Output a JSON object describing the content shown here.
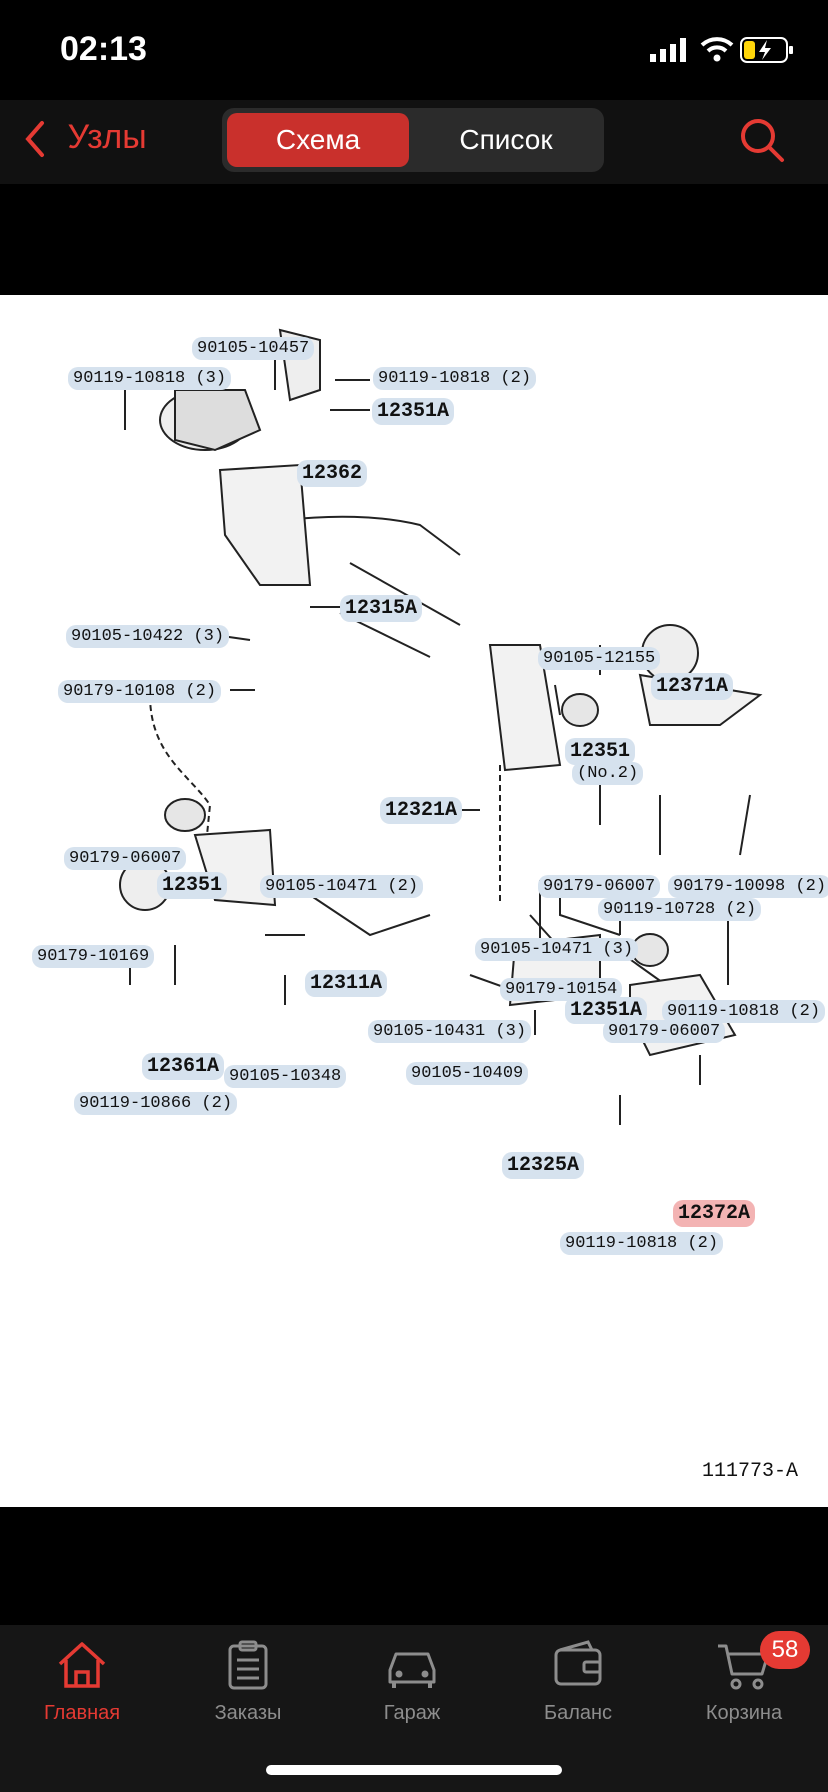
{
  "status_bar": {
    "time": "02:13"
  },
  "nav": {
    "back_label": "Узлы",
    "segments": [
      "Схема",
      "Список"
    ],
    "active_segment": "Схема"
  },
  "diagram": {
    "code": "111773-A",
    "labels": [
      "90105-10457",
      "90119-10818 (3)",
      "90119-10818 (2)",
      "12351A",
      "12362",
      "12315A",
      "90105-10422 (3)",
      "90179-10108 (2)",
      "90105-12155",
      "12371A",
      "12351",
      "(No.2)",
      "12321A",
      "90179-06007",
      "90179-10098 (2)",
      "90119-10728 (2)",
      "90105-10471 (3)",
      "90179-06007",
      "12351",
      "90105-10471 (2)",
      "90179-10169",
      "12311A",
      "90179-10154",
      "12351A",
      "90119-10818 (2)",
      "90179-06007",
      "90105-10431 (3)",
      "12361A",
      "90105-10348",
      "90105-10409",
      "90119-10866 (2)",
      "12325A",
      "12372A",
      "90119-10818 (2)"
    ],
    "highlighted": "12372A"
  },
  "tabbar": {
    "items": [
      {
        "label": "Главная",
        "icon": "home-icon"
      },
      {
        "label": "Заказы",
        "icon": "clipboard-icon"
      },
      {
        "label": "Гараж",
        "icon": "car-icon"
      },
      {
        "label": "Баланс",
        "icon": "wallet-icon"
      },
      {
        "label": "Корзина",
        "icon": "cart-icon"
      }
    ],
    "active": "Главная",
    "cart_badge": "58"
  },
  "colors": {
    "accent": "#e53a33",
    "label_bg": "#d6e2ee",
    "highlight_bg": "#f3b3b3"
  }
}
